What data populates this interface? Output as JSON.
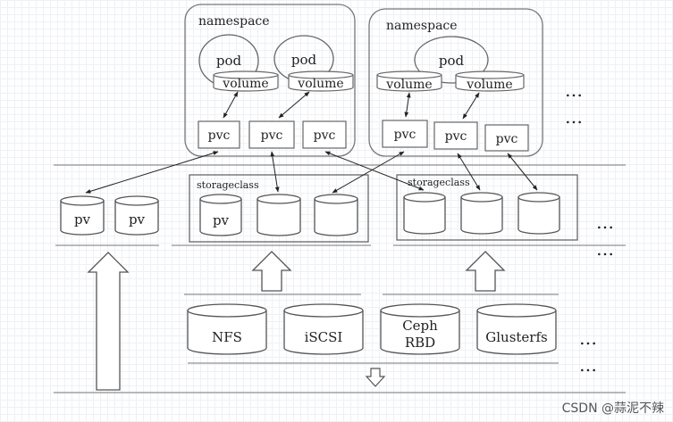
{
  "namespaces": [
    {
      "label": "namespace",
      "pods": [
        "pod",
        "pod"
      ],
      "volumes": [
        "volume",
        "volume"
      ],
      "pvcs": [
        "pvc",
        "pvc",
        "pvc"
      ]
    },
    {
      "label": "namespace",
      "pods": [
        "pod"
      ],
      "volumes": [
        "volume",
        "volume"
      ],
      "pvcs": [
        "pvc",
        "pvc",
        "pvc"
      ]
    }
  ],
  "pv_labels": [
    "pv",
    "pv",
    "pv"
  ],
  "storageclass_labels": [
    "storageclass",
    "storageclass"
  ],
  "backends": [
    "NFS",
    "iSCSI",
    "Ceph RBD",
    "Glusterfs"
  ],
  "backend_lines": [
    [
      "NFS"
    ],
    [
      "iSCSI"
    ],
    [
      "Ceph",
      "RBD"
    ],
    [
      "Glusterfs"
    ]
  ],
  "ellipsis": "…",
  "watermark": "CSDN @蒜泥不辣"
}
